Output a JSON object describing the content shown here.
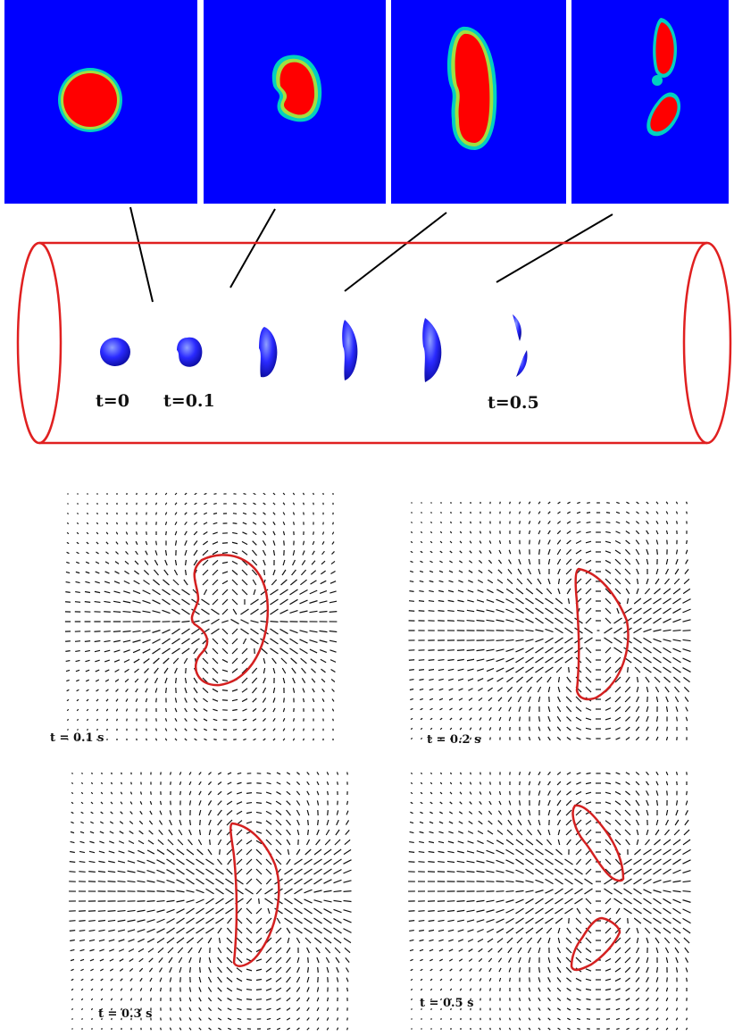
{
  "figure": {
    "tube_labels": [
      "t=0",
      "t=0.1",
      "t=0.5"
    ],
    "field_labels": [
      "t = 0.1 s",
      "t = 0.2 s",
      "t = 0.3 s",
      "t = 0.5 s"
    ],
    "colors": {
      "background_field": "#0000ff",
      "droplet": "#ff0000",
      "interface": "#00e0a0",
      "tube": "#e02020",
      "droplet_3d": "#1a1aff",
      "contour": "#d42020",
      "arrows": "#111111"
    }
  }
}
